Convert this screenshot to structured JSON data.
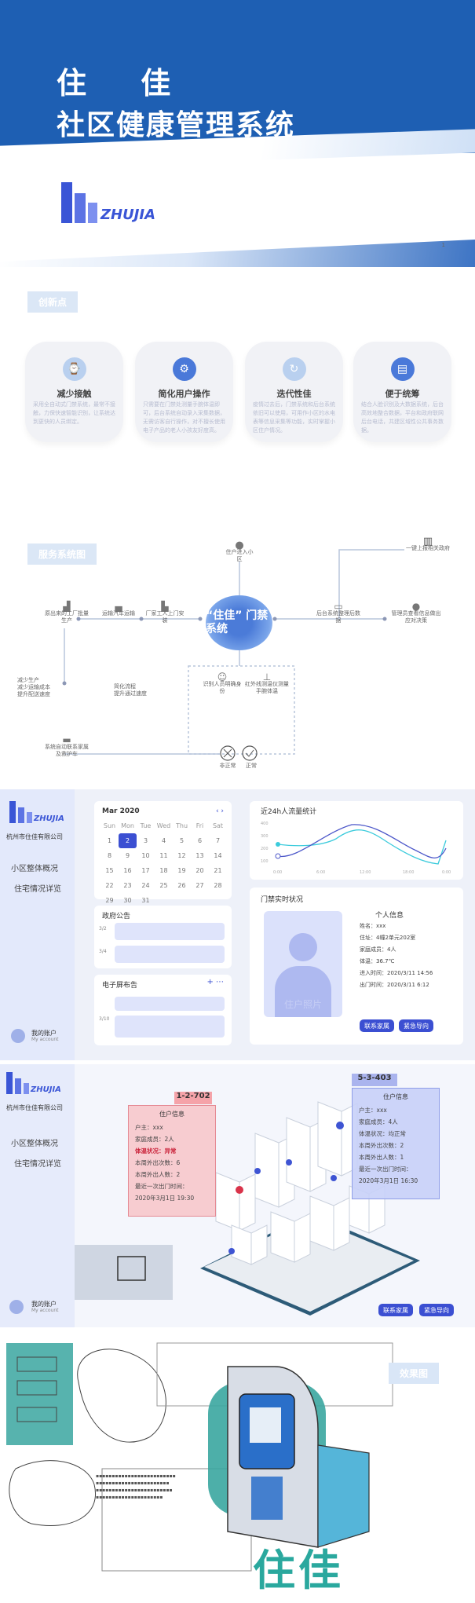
{
  "cover": {
    "title_line1": "住 佳",
    "title_line2": "社区健康管理系统",
    "logo_text": "ZHUJIA",
    "page_no": "1"
  },
  "innovation": {
    "tag": "创新点",
    "cards": [
      {
        "title": "减少接触",
        "desc": "采用全自动式门禁系统，最常不接触，力保快速智能识别，让系统达到更快的人员绑定。",
        "icon": "clock-icon",
        "color": "#b9d0ef"
      },
      {
        "title": "简化用户操作",
        "desc": "只需要在门禁处测量手腕体温即可，后台系统自动录入采集数据，无需访客自行操作，对不擅长使用电子产品的老人小孩友好度高。",
        "icon": "gear-icon",
        "color": "#4a79d9"
      },
      {
        "title": "迭代性佳",
        "desc": "疫情过去后，门禁系统和后台系统依旧可以使用，可用作小区的水电表等信息采集等功能，实时掌握小区住户情况。",
        "icon": "cycle-icon",
        "color": "#b9d0ef"
      },
      {
        "title": "便于统筹",
        "desc": "结合人脸识别及大数据系统，后台高效地整合数据，平台和政府联网后台电话，共建区域性公共事务数据。",
        "icon": "chart-icon",
        "color": "#4a79d9"
      }
    ]
  },
  "service": {
    "tag": "服务系统图",
    "hub": "“住佳” 门禁系统",
    "nodes": {
      "resident": "住户进入小区",
      "gov": "一键上报相关政府",
      "factory": "原出来的工厂批量生产",
      "transport": "运输汽车运输",
      "worker": "厂家工人上门安装",
      "backend": "后台系统整理后数据",
      "manager": "管理员查看信息做出应对决策",
      "b1": "减少生产",
      "b2": "减少运输成本",
      "b3": "提升配送速度",
      "b4": "简化流程",
      "b5": "提升通过速度",
      "face": "识别人员明确身份",
      "temp": "红外线测温仪测量手腕体温",
      "abnormal": "非正常",
      "normal": "正常",
      "ambulance": "系统自动联系家属及救护车"
    }
  },
  "dash1": {
    "company": "杭州市住佳有限公司",
    "menu": [
      "小区整体概况",
      "住宅情况详览"
    ],
    "account": "我的账户",
    "account_sub": "My account",
    "calendar": {
      "title": "Mar 2020",
      "days": [
        "Sun",
        "Mon",
        "Tue",
        "Wed",
        "Thu",
        "Fri",
        "Sat"
      ],
      "rows": [
        [
          "1",
          "2",
          "3",
          "4",
          "5",
          "6",
          "7"
        ],
        [
          "8",
          "9",
          "10",
          "11",
          "12",
          "13",
          "14"
        ],
        [
          "15",
          "16",
          "17",
          "18",
          "19",
          "20",
          "21"
        ],
        [
          "22",
          "23",
          "24",
          "25",
          "26",
          "27",
          "28"
        ],
        [
          "29",
          "30",
          "31",
          "",
          "",
          "",
          "",
          ""
        ]
      ]
    },
    "notice": "政府公告",
    "notice_dates": [
      "3/2",
      "3/4"
    ],
    "screen": "电子屏布告",
    "screen_date": "3/10",
    "chart_title": "近24h人流量统计",
    "chart_ticks": [
      "400",
      "300",
      "200",
      "100"
    ],
    "chart_x": [
      "0:00",
      "6:00",
      "12:00",
      "18:00",
      "0:00"
    ],
    "door_title": "门禁实时状况",
    "photo": "住户照片",
    "info_title": "个人信息",
    "info": [
      "姓名：xxx",
      "住址：4幢2单元202室",
      "家庭成员：4人",
      "体温：36.7℃",
      "进入时间：2020/3/11 14:56",
      "出门时间：2020/3/11 6:12"
    ],
    "btn1": "联系家属",
    "btn2": "紧急导向"
  },
  "dash2": {
    "company": "杭州市住佳有限公司",
    "menu": [
      "小区整体概况",
      "住宅情况详览"
    ],
    "account": "我的账户",
    "account_sub": "My account",
    "tag_left": "1-2-702",
    "tag_right": "5-3-403",
    "left_info_title": "住户信息",
    "left_info": [
      "户主：xxx",
      "家庭成员：2人",
      "体温状况：异常",
      "本周外出次数：6",
      "本周外出人数：2",
      "最近一次出门时间：",
      "2020年3月1日 19:30"
    ],
    "right_info_title": "住户信息",
    "right_info": [
      "户主：xxx",
      "家庭成员：4人",
      "体温状况：均正常",
      "本周外出次数：2",
      "本周外出人数：1",
      "最近一次出门时间：",
      "2020年3月1日 16:30"
    ],
    "btn1": "联系家属",
    "btn2": "紧急导向"
  },
  "sketch": {
    "tag": "效果图",
    "brand": "住佳"
  }
}
